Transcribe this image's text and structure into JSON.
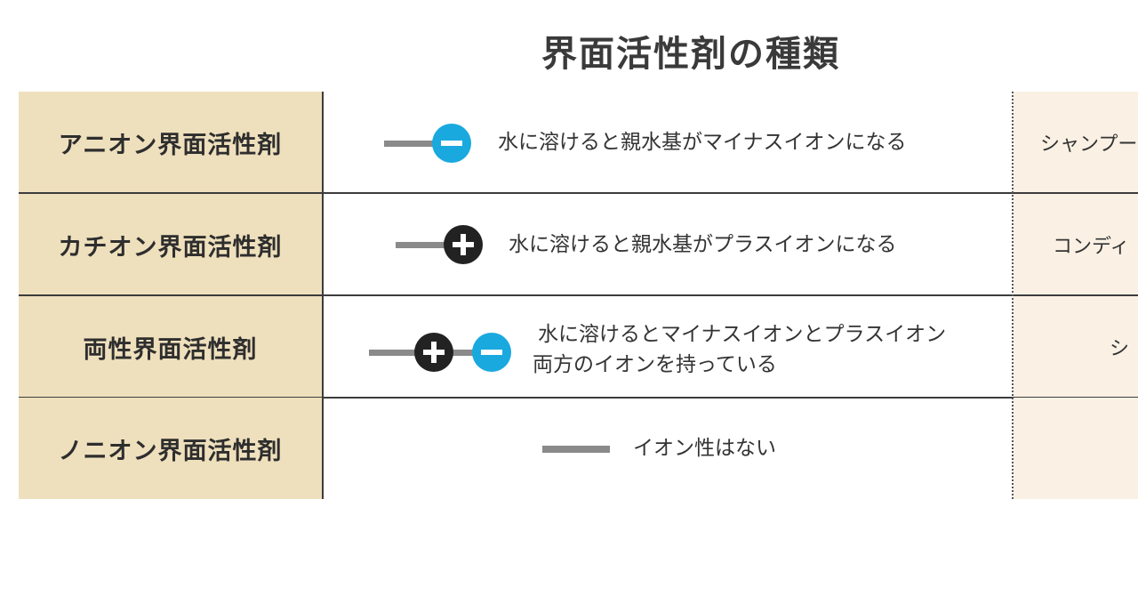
{
  "title": "界面活性剤の種類",
  "rows": [
    {
      "name": "アニオン界面活性剤",
      "symbol": "minus-icon",
      "description": "水に溶けると親水基がマイナスイオンになる",
      "example": "シャンプー"
    },
    {
      "name": "カチオン界面活性剤",
      "symbol": "plus-icon",
      "description": "水に溶けると親水基がプラスイオンになる",
      "example": "コンディ"
    },
    {
      "name": "両性界面活性剤",
      "symbol": "plus-minus-icon",
      "description_line1": "水に溶けるとマイナスイオンとプラスイオン",
      "description_line2": "両方のイオンを持っている",
      "example": "シ"
    },
    {
      "name": "ノニオン界面活性剤",
      "symbol": "no-ion-icon",
      "description": "イオン性はない",
      "example": ""
    }
  ],
  "colors": {
    "name_cell_bg": "#efe0bd",
    "right_cell_bg": "#faf1e4",
    "minus_icon": "#1aa9df",
    "plus_icon": "#222222",
    "tail": "#8a8a8a"
  }
}
